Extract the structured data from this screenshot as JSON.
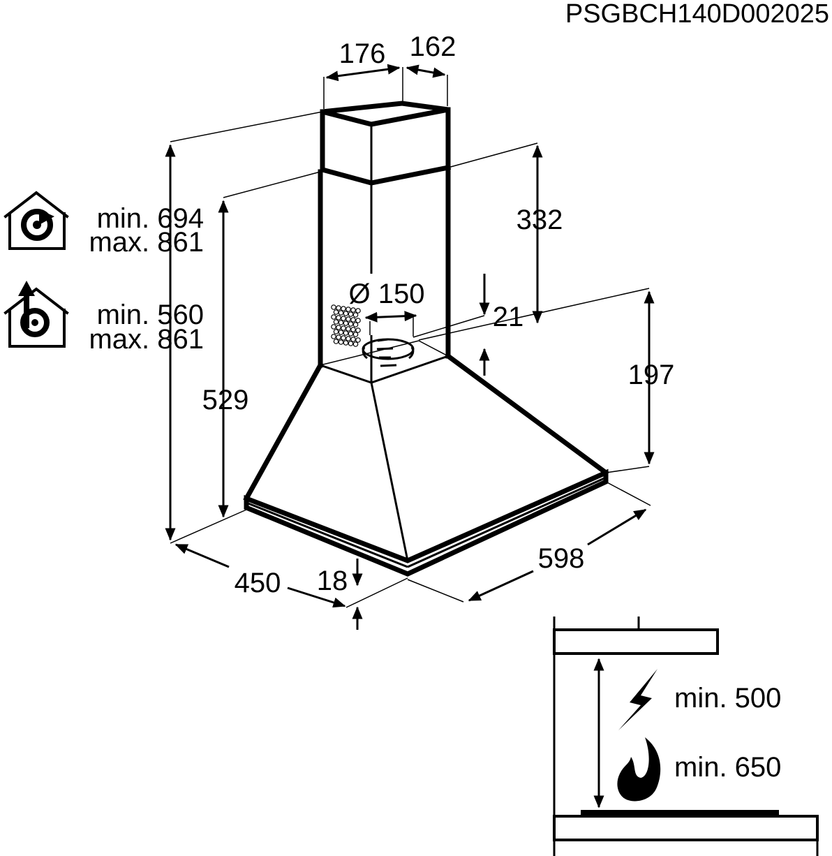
{
  "code": "PSGBCH140D002025",
  "dimensions": {
    "chimney_width": "176",
    "chimney_depth": "162",
    "chimney_height": "332",
    "duct_diameter": "Ø 150",
    "outlet_offset": "21",
    "hood_height": "197",
    "total_height": "529",
    "depth": "450",
    "width": "598",
    "bottom_thickness": "18"
  },
  "installation": {
    "recirculation_min": "min. 694",
    "recirculation_max": "max. 861",
    "extraction_min": "min. 560",
    "extraction_max": "max. 861"
  },
  "clearances": {
    "electric_min": "min. 500",
    "gas_min": "min. 650"
  }
}
